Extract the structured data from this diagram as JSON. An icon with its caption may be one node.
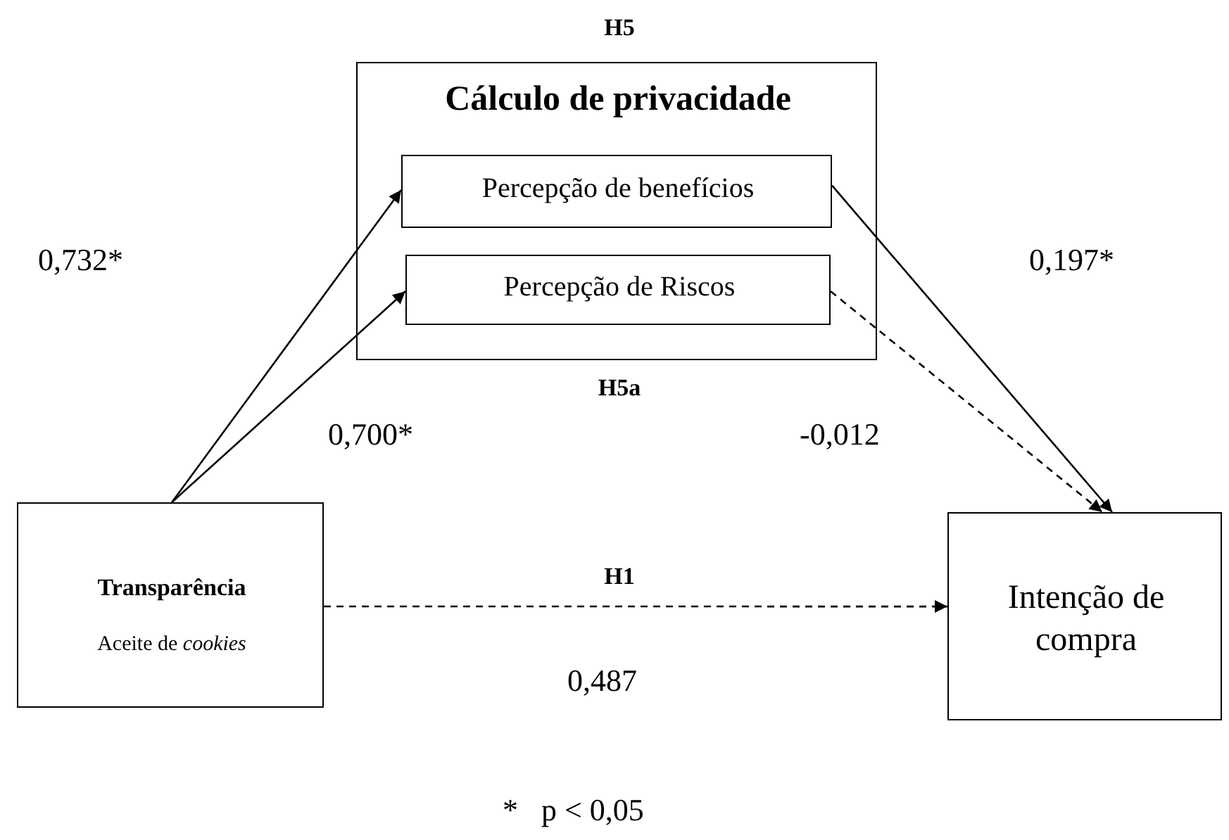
{
  "diagram": {
    "nodes": [
      {
        "text": [
          "Cálculo de privacidade"
        ],
        "beside": [
          "H5",
          "H5a"
        ]
      },
      {
        "text": [
          "Percepção de benefícios"
        ],
        "in": 0
      },
      {
        "text": [
          "Percepção de Riscos"
        ],
        "in": 0
      },
      {
        "text": [
          "Transparência",
          "Aceite de *cookies*"
        ]
      },
      {
        "text": [
          "Intenção de compra"
        ]
      }
    ],
    "edges": [
      {
        "from": 3,
        "to": 1,
        "arrow": "to"
      },
      {
        "from": 3,
        "to": 2,
        "arrow": "to"
      },
      {
        "from": 1,
        "to": 4,
        "arrow": "to"
      },
      {
        "from": 2,
        "to": 4,
        "arrow": "to",
        "style": "dashed"
      },
      {
        "from": 3,
        "to": 4,
        "arrow": "to",
        "style": "dashed",
        "label": "H1"
      }
    ],
    "labels": [
      "0,732*",
      "0,197*",
      "0,700*",
      "-0,012",
      "0,487",
      "*   p < 0,05"
    ]
  }
}
